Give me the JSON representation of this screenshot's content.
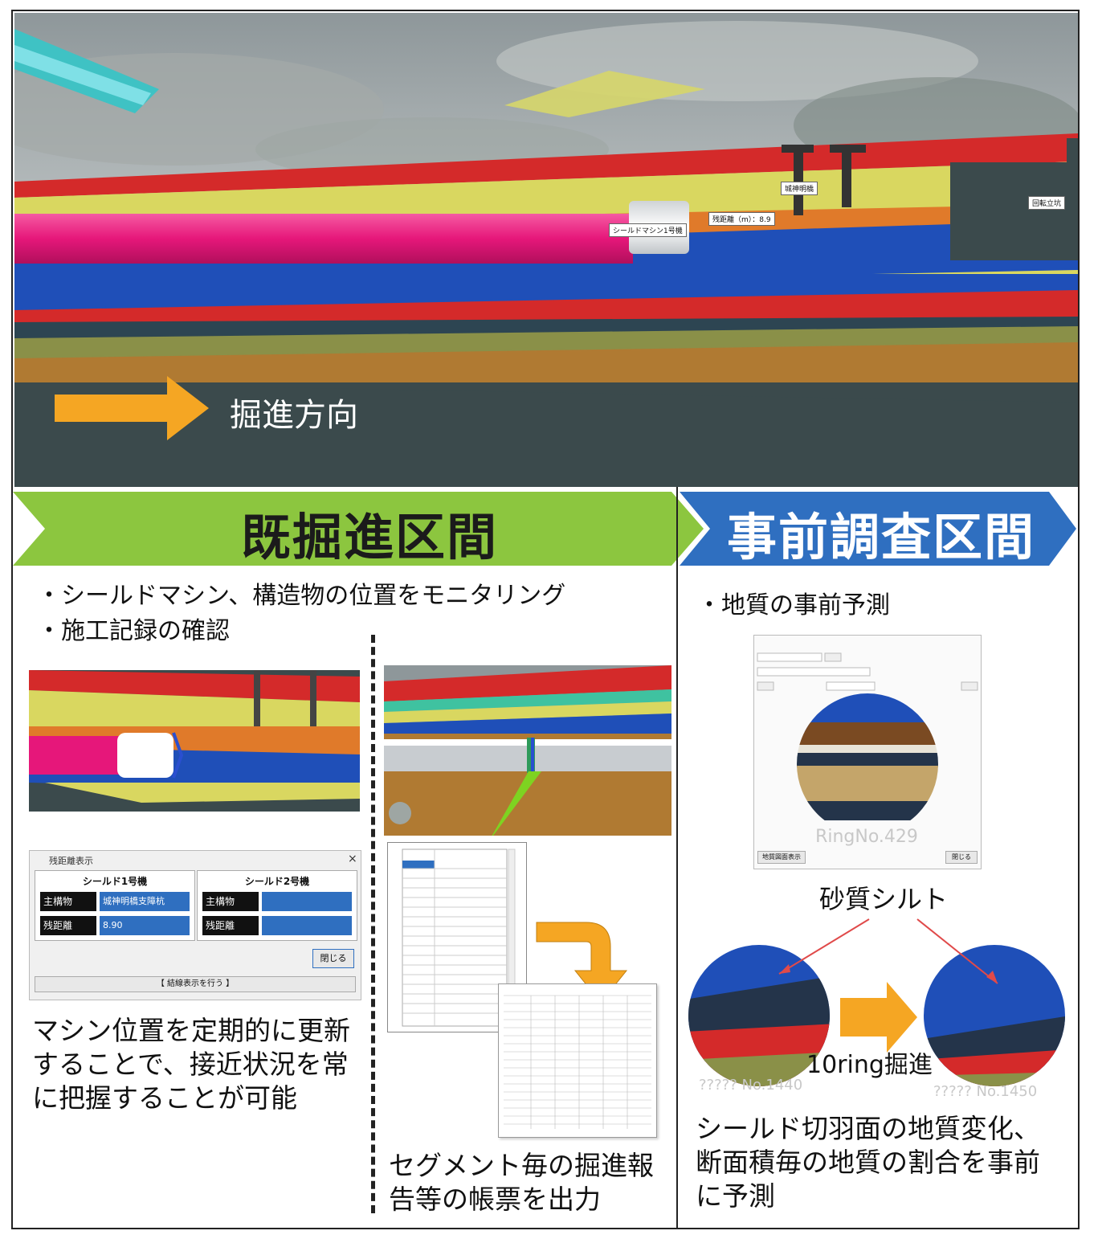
{
  "hero": {
    "direction_label": "掘進方向",
    "label_machine": "シールドマシン1号機",
    "label_distance": "残距離（m）：8.9",
    "label_structure": "城神明橋",
    "label_building": "回転立坑"
  },
  "banners": {
    "left_title": "既掘進区間",
    "right_title": "事前調査区間"
  },
  "left": {
    "bullets": [
      "・シールドマシン、構造物の位置をモニタリング",
      "・施工記録の確認"
    ],
    "dialog": {
      "title": "残距離表示",
      "col1_header": "シールド1号機",
      "col2_header": "シールド2号機",
      "row1_label": "主構物",
      "row2_label": "残距離",
      "col1_row1_value": "城神明橋支障杭",
      "col1_row2_value": "8.90",
      "close_button": "閉じる",
      "footer_button": "【 結線表示を行う 】"
    },
    "caption_left": "マシン位置を定期的に更新することで、接近状況を常に把握することが可能",
    "caption_right": "セグメント毎の掘進報告等の帳票を出力"
  },
  "right": {
    "bullets": [
      "・地質の事前予測"
    ],
    "ring_label": "RingNo.429",
    "dialog_button_left": "地質図面表示",
    "dialog_button_right": "閉じる",
    "silt_label": "砂質シルト",
    "advance_label": "10ring掘進",
    "circle1_label": "????? No.1440",
    "circle2_label": "????? No.1450",
    "caption": "シールド切羽面の地質変化、断面積毎の地質の割合を事前に予測"
  },
  "colors": {
    "green": "#8cc63f",
    "blue": "#2f6fc0",
    "orange_arrow": "#f5a623",
    "strata_red": "#d42a2a",
    "strata_yellow": "#d9d760",
    "strata_orange": "#e07a2a",
    "strata_blue": "#1f4fb8",
    "strata_dark": "#2d4552",
    "strata_brown": "#b07a32",
    "strata_olive": "#8a9048",
    "pipe_pink": "#e6177a"
  }
}
